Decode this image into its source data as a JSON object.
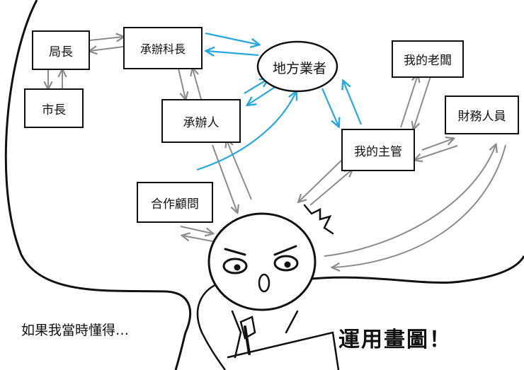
{
  "nodes": {
    "bureau_chief": "局長",
    "mayor": "市長",
    "section_chief": "承辦科長",
    "handler": "承辦人",
    "local_business": "地方業者",
    "my_boss": "我的老闆",
    "finance_staff": "財務人員",
    "my_supervisor": "我的主管",
    "consultant": "合作顧問"
  },
  "caption_left": "如果我當時懂得…",
  "caption_right": "運用畫圖！",
  "colors": {
    "ink": "#111111",
    "arrow_gray": "#8c8c8c",
    "arrow_blue": "#29a8df"
  }
}
